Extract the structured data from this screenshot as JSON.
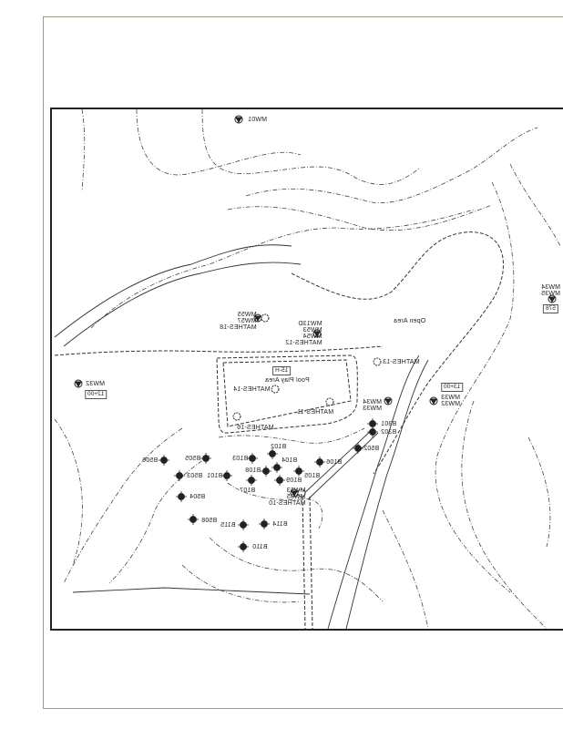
{
  "map": {
    "monitoring_wells": [
      {
        "label": "MW01"
      },
      {
        "label": "MW55\nMW57\nMATHES-18"
      },
      {
        "label": "MW13D\nMW53\nMW54\nMATHES-12"
      },
      {
        "label": "MATHES-14"
      },
      {
        "label": "MATHES-11"
      },
      {
        "label": "MATHES-16"
      },
      {
        "label": "MATHES-13"
      },
      {
        "label": "MW34\nMW33"
      },
      {
        "label": "MW32"
      },
      {
        "label": "MW33\nMW32"
      },
      {
        "label": "MW34\nMW35"
      },
      {
        "label": "MW53\nMW35\nMATHES-10"
      }
    ],
    "borings": [
      "B301",
      "B302",
      "B502",
      "B506",
      "B505",
      "B103",
      "B102",
      "B104",
      "B105",
      "B106",
      "B108",
      "B101",
      "B503",
      "B107",
      "B109",
      "B504",
      "B508",
      "B115",
      "B114",
      "B110"
    ],
    "station_boxes": [
      "12+00",
      "13+00",
      "578"
    ],
    "area_labels": {
      "pool": "Pool Play Area",
      "building": "15-H",
      "road": "Open Area"
    }
  }
}
